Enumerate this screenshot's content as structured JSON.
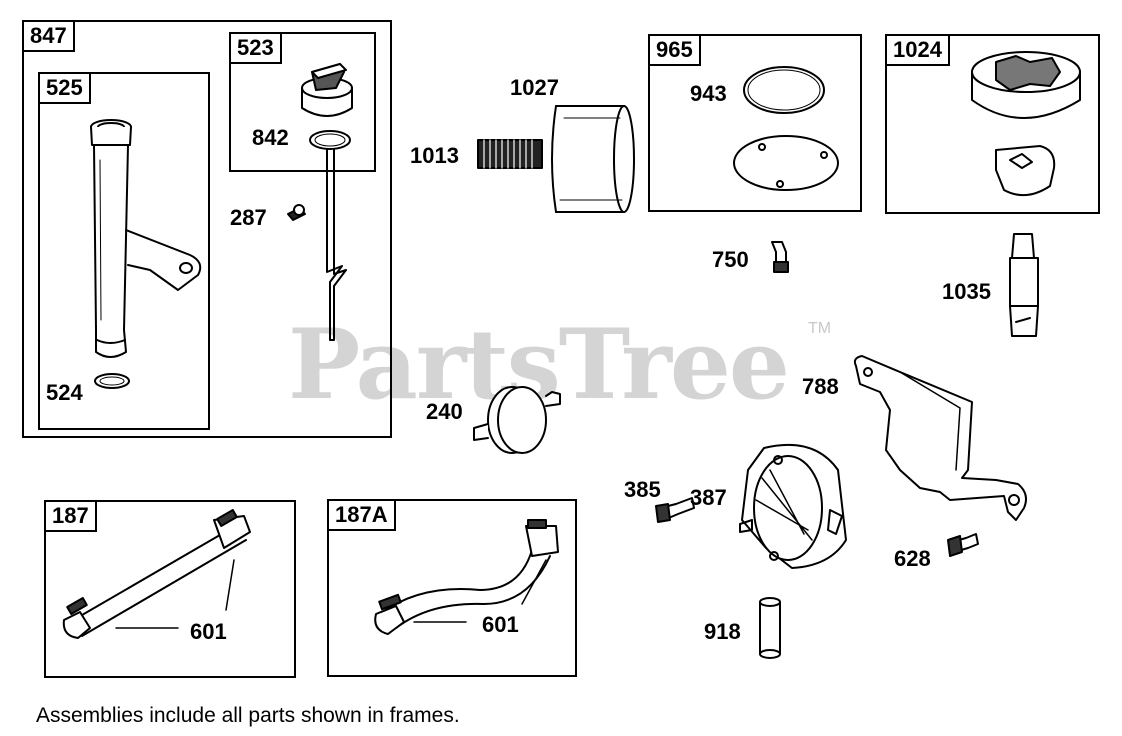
{
  "watermark": {
    "text": "PartsTree",
    "mark": "TM"
  },
  "frames": {
    "f847": "847",
    "f525": "525",
    "f523": "523",
    "f965": "965",
    "f1024": "1024",
    "f187": "187",
    "f187a": "187A"
  },
  "labels": {
    "l524": "524",
    "l842": "842",
    "l287": "287",
    "l1027": "1027",
    "l1013": "1013",
    "l943": "943",
    "l750": "750",
    "l1035": "1035",
    "l788": "788",
    "l240": "240",
    "l385": "385",
    "l387": "387",
    "l628": "628",
    "l918": "918",
    "l601a": "601",
    "l601b": "601"
  },
  "footnote": "Assemblies include all parts shown in frames."
}
